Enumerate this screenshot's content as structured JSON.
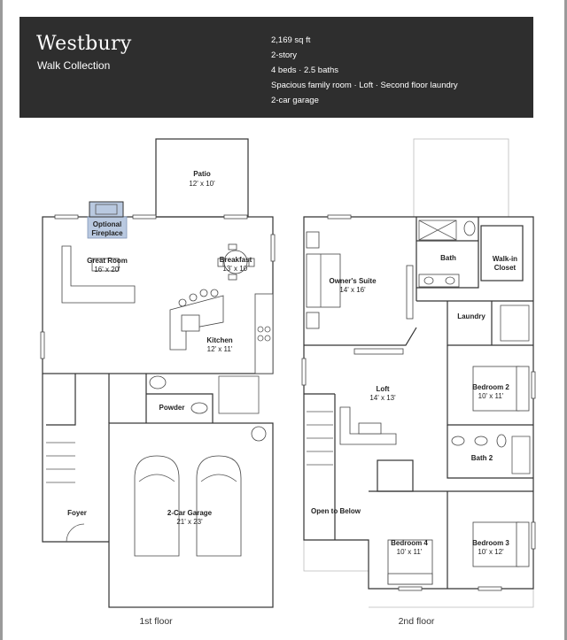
{
  "header": {
    "title": "Westbury",
    "subtitle": "Walk Collection",
    "specs": [
      "2,169 sq ft",
      "2-story",
      "4 beds  ·  2.5 baths",
      "Spacious family room  ·  Loft  ·  Second floor laundry",
      "2-car garage"
    ]
  },
  "floor1": {
    "label": "1st floor",
    "rooms": {
      "patio": {
        "name": "Patio",
        "dims": "12' x 10'"
      },
      "fireplace": {
        "line1": "Optional",
        "line2": "Fireplace"
      },
      "great_room": {
        "name": "Great Room",
        "dims": "16' x 20'"
      },
      "breakfast": {
        "name": "Breakfast",
        "dims": "13' x 10'"
      },
      "kitchen": {
        "name": "Kitchen",
        "dims": "12' x 11'"
      },
      "powder": {
        "name": "Powder"
      },
      "foyer": {
        "name": "Foyer"
      },
      "garage": {
        "name": "2-Car Garage",
        "dims": "21' x 23'"
      }
    }
  },
  "floor2": {
    "label": "2nd floor",
    "rooms": {
      "owners_suite": {
        "name": "Owner's Suite",
        "dims": "14' x 16'"
      },
      "bath": {
        "name": "Bath"
      },
      "walk_in": {
        "line1": "Walk-in",
        "line2": "Closet"
      },
      "laundry": {
        "name": "Laundry"
      },
      "loft": {
        "name": "Loft",
        "dims": "14' x 13'"
      },
      "bedroom2": {
        "name": "Bedroom 2",
        "dims": "10' x 11'"
      },
      "bath2": {
        "name": "Bath 2"
      },
      "open_below": {
        "name": "Open to Below"
      },
      "bedroom4": {
        "name": "Bedroom 4",
        "dims": "10' x 11'"
      },
      "bedroom3": {
        "name": "Bedroom 3",
        "dims": "10' x 12'"
      }
    }
  },
  "colors": {
    "header_bg": "#2e2e2e",
    "fireplace_highlight": "#b9c9e0",
    "walls": "#333333"
  }
}
